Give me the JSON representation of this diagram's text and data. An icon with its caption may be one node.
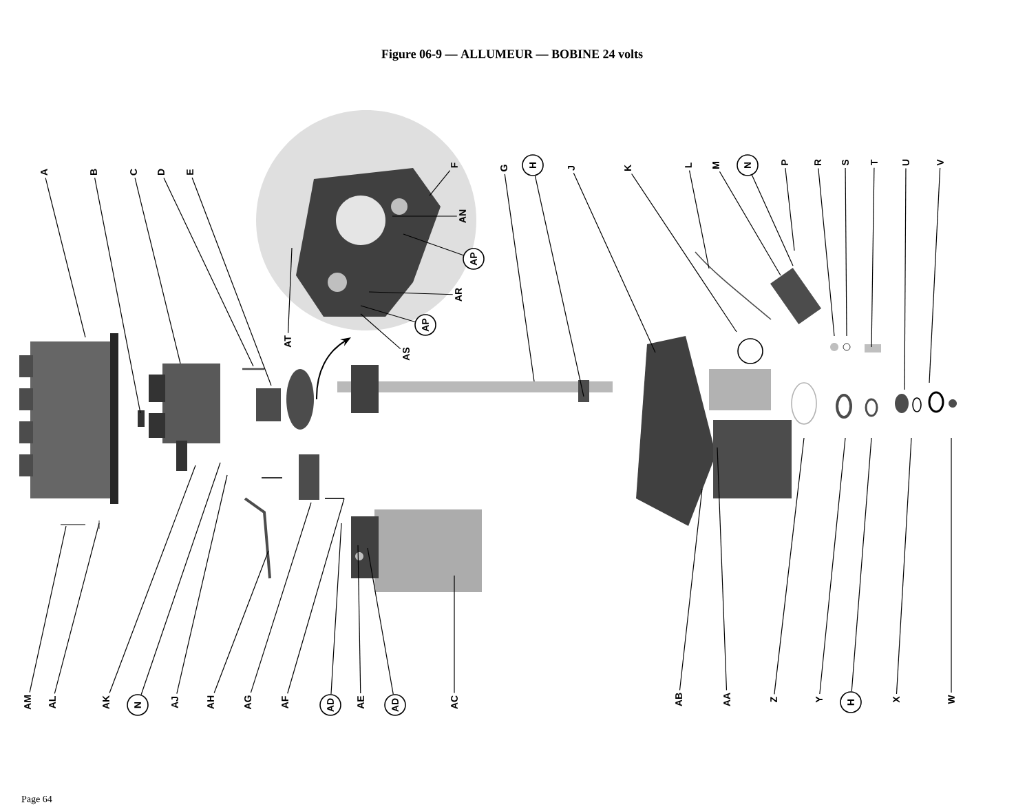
{
  "diagram": {
    "title": "Figure 06-9 — ALLUMEUR — BOBINE 24 volts",
    "nodes": [
      {
        "text": [
          "A"
        ]
      },
      {
        "text": [
          "B"
        ]
      },
      {
        "text": [
          "C"
        ]
      },
      {
        "text": [
          "D"
        ]
      },
      {
        "text": [
          "E"
        ]
      },
      {
        "text": [
          "F"
        ]
      },
      {
        "text": [
          "G"
        ]
      },
      {
        "text": [
          "H"
        ]
      },
      {
        "text": [
          "J"
        ]
      },
      {
        "text": [
          "K"
        ]
      },
      {
        "text": [
          "L"
        ]
      },
      {
        "text": [
          "M"
        ]
      },
      {
        "text": [
          "N"
        ]
      },
      {
        "text": [
          "P"
        ]
      },
      {
        "text": [
          "R"
        ]
      },
      {
        "text": [
          "S"
        ]
      },
      {
        "text": [
          "T"
        ]
      },
      {
        "text": [
          "U"
        ]
      },
      {
        "text": [
          "V"
        ]
      },
      {
        "text": [
          "AN"
        ]
      },
      {
        "text": [
          "AP"
        ]
      },
      {
        "text": [
          "AR"
        ]
      },
      {
        "text": [
          "AP"
        ]
      },
      {
        "text": [
          "AS"
        ]
      },
      {
        "text": [
          "AT"
        ]
      },
      {
        "text": [
          "AM"
        ]
      },
      {
        "text": [
          "AL"
        ]
      },
      {
        "text": [
          "AK"
        ]
      },
      {
        "text": [
          "N"
        ]
      },
      {
        "text": [
          "AJ"
        ]
      },
      {
        "text": [
          "AH"
        ]
      },
      {
        "text": [
          "AG"
        ]
      },
      {
        "text": [
          "AF"
        ]
      },
      {
        "text": [
          "AD"
        ]
      },
      {
        "text": [
          "AE"
        ]
      },
      {
        "text": [
          "AD"
        ]
      },
      {
        "text": [
          "AC"
        ]
      },
      {
        "text": [
          "AB"
        ]
      },
      {
        "text": [
          "AA"
        ]
      },
      {
        "text": [
          "Z"
        ]
      },
      {
        "text": [
          "Y"
        ]
      },
      {
        "text": [
          "H"
        ]
      },
      {
        "text": [
          "X"
        ]
      },
      {
        "text": [
          "W"
        ]
      }
    ],
    "edges": [
      {
        "from": 0,
        "to": null,
        "arrow": "none"
      },
      {
        "from": 1,
        "to": null,
        "arrow": "none"
      },
      {
        "from": 2,
        "to": null,
        "arrow": "none"
      },
      {
        "from": 3,
        "to": null,
        "arrow": "none"
      },
      {
        "from": 4,
        "to": null,
        "arrow": "none"
      },
      {
        "from": 5,
        "to": null,
        "arrow": "none"
      },
      {
        "from": 6,
        "to": null,
        "arrow": "none"
      },
      {
        "from": 7,
        "to": null,
        "arrow": "none"
      },
      {
        "from": 8,
        "to": null,
        "arrow": "none"
      },
      {
        "from": 9,
        "to": null,
        "arrow": "none"
      },
      {
        "from": 10,
        "to": null,
        "arrow": "none"
      },
      {
        "from": 11,
        "to": null,
        "arrow": "none"
      },
      {
        "from": 12,
        "to": null,
        "arrow": "none"
      },
      {
        "from": 13,
        "to": null,
        "arrow": "none"
      },
      {
        "from": 14,
        "to": null,
        "arrow": "none"
      },
      {
        "from": 15,
        "to": null,
        "arrow": "none"
      },
      {
        "from": 16,
        "to": null,
        "arrow": "none"
      },
      {
        "from": 17,
        "to": null,
        "arrow": "none"
      },
      {
        "from": 18,
        "to": null,
        "arrow": "none"
      },
      {
        "from": 19,
        "to": null,
        "arrow": "none"
      },
      {
        "from": 20,
        "to": null,
        "arrow": "none"
      },
      {
        "from": 21,
        "to": null,
        "arrow": "none"
      },
      {
        "from": 22,
        "to": null,
        "arrow": "none"
      },
      {
        "from": 23,
        "to": null,
        "arrow": "none"
      },
      {
        "from": 24,
        "to": null,
        "arrow": "none"
      },
      {
        "from": 25,
        "to": null,
        "arrow": "none"
      },
      {
        "from": 26,
        "to": null,
        "arrow": "none"
      },
      {
        "from": 27,
        "to": null,
        "arrow": "none"
      },
      {
        "from": 28,
        "to": null,
        "arrow": "none"
      },
      {
        "from": 29,
        "to": null,
        "arrow": "none"
      },
      {
        "from": 30,
        "to": null,
        "arrow": "none"
      },
      {
        "from": 31,
        "to": null,
        "arrow": "none"
      },
      {
        "from": 32,
        "to": null,
        "arrow": "none"
      },
      {
        "from": 33,
        "to": null,
        "arrow": "none"
      },
      {
        "from": 34,
        "to": null,
        "arrow": "none"
      },
      {
        "from": 35,
        "to": null,
        "arrow": "none"
      },
      {
        "from": 36,
        "to": null,
        "arrow": "none"
      },
      {
        "from": 37,
        "to": null,
        "arrow": "none"
      },
      {
        "from": 38,
        "to": null,
        "arrow": "none"
      },
      {
        "from": 39,
        "to": null,
        "arrow": "none"
      },
      {
        "from": 40,
        "to": null,
        "arrow": "none"
      },
      {
        "from": 41,
        "to": null,
        "arrow": "none"
      },
      {
        "from": 42,
        "to": null,
        "arrow": "none"
      },
      {
        "from": 43,
        "to": null,
        "arrow": "none"
      }
    ],
    "labels": [
      "Page 64"
    ]
  }
}
